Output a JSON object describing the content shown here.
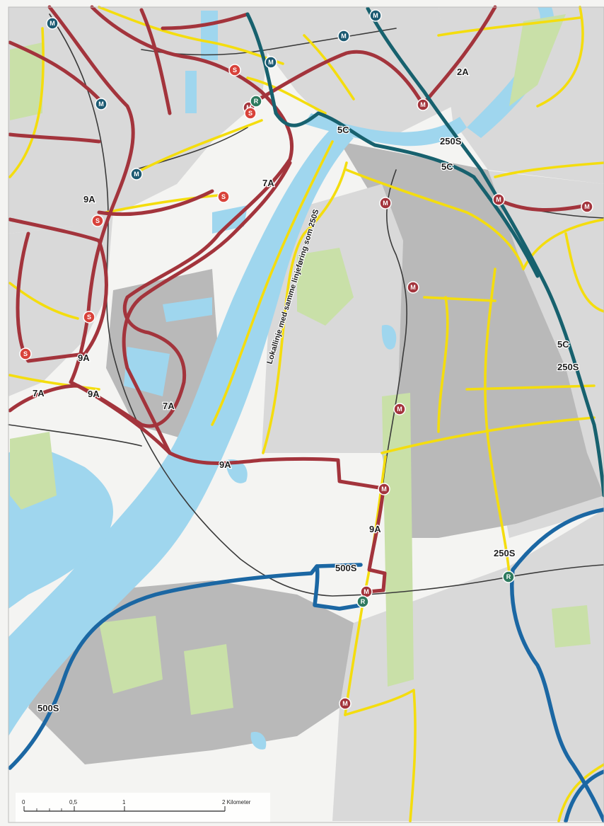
{
  "colors": {
    "water": "#9fd6ee",
    "land": "#f4f4f2",
    "built_dark": "#b9b9b9",
    "built_light": "#d9d9d9",
    "green": "#c9e0a8",
    "red_route": "#a3343c",
    "yellow_route": "#f4dd0e",
    "blue_route": "#1b67a3",
    "teal_route": "#17616e",
    "rail": "#3a3a3a",
    "station_metro": "#a3343c",
    "station_s": "#d8423a",
    "station_r": "#2d7a5e",
    "station_dark": "#1c5a72"
  },
  "route_labels": [
    {
      "id": "9a-nw",
      "text": "9A"
    },
    {
      "id": "9a-w1",
      "text": "9A"
    },
    {
      "id": "9a-w2",
      "text": "9A"
    },
    {
      "id": "7a-w",
      "text": "7A"
    },
    {
      "id": "7a-c",
      "text": "7A"
    },
    {
      "id": "7a-port",
      "text": "7A"
    },
    {
      "id": "2a",
      "text": "2A"
    },
    {
      "id": "5c-n",
      "text": "5C"
    },
    {
      "id": "250s-n",
      "text": "250S"
    },
    {
      "id": "5c-n2",
      "text": "5C"
    },
    {
      "id": "5c-e",
      "text": "5C"
    },
    {
      "id": "250s-e",
      "text": "250S"
    },
    {
      "id": "9a-s",
      "text": "9A"
    },
    {
      "id": "9a-c",
      "text": "9A"
    },
    {
      "id": "250s-se",
      "text": "250S"
    },
    {
      "id": "500s-c",
      "text": "500S"
    },
    {
      "id": "500s-sw",
      "text": "500S"
    }
  ],
  "annotation": {
    "text": "Lokallinje med samme linjeføring som 250S"
  },
  "stations": [
    {
      "type": "metro",
      "glyph": "M"
    },
    {
      "type": "metro",
      "glyph": "M"
    },
    {
      "type": "metro",
      "glyph": "M"
    },
    {
      "type": "metro",
      "glyph": "M"
    },
    {
      "type": "metro",
      "glyph": "M"
    },
    {
      "type": "metro",
      "glyph": "M"
    },
    {
      "type": "metro",
      "glyph": "M"
    },
    {
      "type": "metro",
      "glyph": "M"
    },
    {
      "type": "metro",
      "glyph": "M"
    },
    {
      "type": "metro",
      "glyph": "M"
    },
    {
      "type": "s-train",
      "glyph": "S"
    },
    {
      "type": "s-train",
      "glyph": "S"
    },
    {
      "type": "s-train",
      "glyph": "S"
    },
    {
      "type": "s-train",
      "glyph": "S"
    },
    {
      "type": "s-train",
      "glyph": "S"
    },
    {
      "type": "s-train",
      "glyph": "S"
    },
    {
      "type": "regional",
      "glyph": "R"
    },
    {
      "type": "regional",
      "glyph": "R"
    },
    {
      "type": "regional",
      "glyph": "R"
    },
    {
      "type": "metro-dark",
      "glyph": "M"
    },
    {
      "type": "metro-dark",
      "glyph": "M"
    },
    {
      "type": "metro-dark",
      "glyph": "M"
    },
    {
      "type": "metro-dark",
      "glyph": "M"
    },
    {
      "type": "metro-dark",
      "glyph": "M"
    },
    {
      "type": "metro-dark",
      "glyph": "M"
    }
  ],
  "scale_bar": {
    "ticks": [
      "0",
      "0,5",
      "1",
      "2 Kilometer"
    ]
  }
}
